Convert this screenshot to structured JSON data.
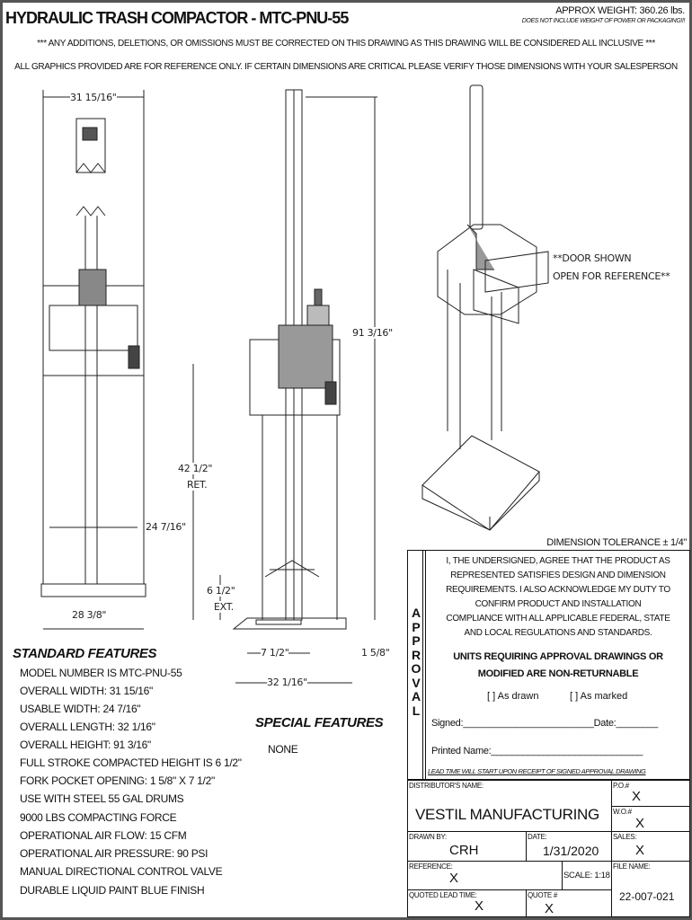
{
  "header": {
    "title": "HYDRAULIC TRASH COMPACTOR - MTC-PNU-55",
    "weight": "APPROX WEIGHT: 360.26 lbs.",
    "weight_note": "DOES NOT INCLUDE WEIGHT OF POWER OR PACKAGING!!!",
    "disclaimer1": "*** ANY ADDITIONS, DELETIONS, OR OMISSIONS MUST BE CORRECTED ON THIS DRAWING AS THIS DRAWING WILL BE CONSIDERED ALL INCLUSIVE ***",
    "disclaimer2": "ALL GRAPHICS PROVIDED ARE FOR REFERENCE ONLY. IF CERTAIN DIMENSIONS ARE CRITICAL PLEASE VERIFY THOSE DIMENSIONS WITH YOUR SALESPERSON"
  },
  "dimensions": {
    "overall_width": "31 15/16\"",
    "height": "91 3/16\"",
    "retracted": "42 1/2\"",
    "retracted_label": "RET.",
    "usable_width": "24 7/16\"",
    "extended": "6 1/2\"",
    "extended_label": "EXT.",
    "base_width": "28 3/8\"",
    "fork_width": "7 1/2\"",
    "fork_height": "1 5/8\"",
    "overall_length": "32 1/16\""
  },
  "door_note": [
    "**DOOR SHOWN",
    "OPEN FOR REFERENCE**"
  ],
  "standard_features": {
    "heading": "STANDARD FEATURES",
    "items": [
      "MODEL NUMBER IS MTC-PNU-55",
      "OVERALL WIDTH: 31 15/16\"",
      "USABLE WIDTH: 24 7/16\"",
      "OVERALL LENGTH: 32 1/16\"",
      "OVERALL HEIGHT: 91 3/16\"",
      "FULL STROKE COMPACTED HEIGHT IS 6 1/2\"",
      "FORK POCKET OPENING: 1 5/8\" X 7 1/2\"",
      "USE WITH STEEL 55 GAL DRUMS",
      "9000 LBS COMPACTING FORCE",
      "OPERATIONAL AIR FLOW: 15 CFM",
      "OPERATIONAL AIR PRESSURE: 90 PSI",
      "MANUAL DIRECTIONAL CONTROL VALVE",
      "DURABLE LIQUID PAINT BLUE FINISH"
    ]
  },
  "special_features": {
    "heading": "SPECIAL FEATURES",
    "value": "NONE"
  },
  "approval": {
    "tolerance": "DIMENSION TOLERANCE ± 1/4\"",
    "vertical_label": [
      "A",
      "P",
      "P",
      "R",
      "O",
      "V",
      "A",
      "L"
    ],
    "statement": [
      "I, THE UNDERSIGNED, AGREE THAT THE PRODUCT AS",
      "REPRESENTED SATISFIES DESIGN AND DIMENSION",
      "REQUIREMENTS.  I ALSO ACKNOWLEDGE MY DUTY TO",
      "CONFIRM PRODUCT AND INSTALLATION",
      "COMPLIANCE WITH ALL APPLICABLE FEDERAL, STATE",
      "AND LOCAL REGULATIONS AND STANDARDS."
    ],
    "warning1": "UNITS REQUIRING APPROVAL DRAWINGS OR",
    "warning2": "MODIFIED ARE NON-RETURNABLE",
    "opt_drawn": "[  ] As drawn",
    "opt_marked": "[  ] As marked",
    "signed": "Signed:_________________________Date:________",
    "printed": "Printed Name:_____________________________",
    "lead_note": "LEAD TIME WILL START UPON RECEIPT OF SIGNED APPROVAL DRAWING"
  },
  "title_block": {
    "distributor_label": "DISTRIBUTOR'S NAME:",
    "distributor": "VESTIL MANUFACTURING",
    "po_label": "P.O.#",
    "po": "X",
    "wo_label": "W.O.#",
    "wo": "X",
    "drawn_label": "DRAWN BY:",
    "drawn": "CRH",
    "date_label": "DATE:",
    "date": "1/31/2020",
    "sales_label": "SALES:",
    "sales": "X",
    "reference_label": "REFERENCE:",
    "reference": "X",
    "scale": "SCALE: 1:18",
    "file_label": "FILE NAME:",
    "file": "22-007-021",
    "lead_label": "QUOTED LEAD TIME:",
    "lead": "X",
    "quote_label": "QUOTE #",
    "quote": "X"
  }
}
